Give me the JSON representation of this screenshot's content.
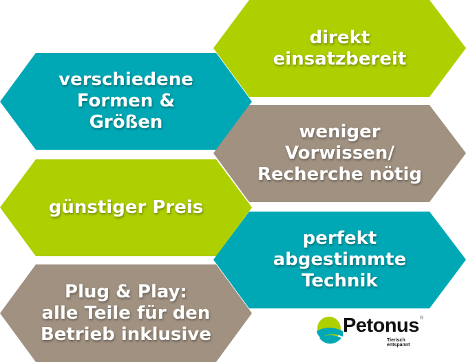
{
  "colors": {
    "green": "#aecf00",
    "teal": "#00a8b5",
    "taupe": "#a09181"
  },
  "hexagons": [
    {
      "text": "direkt\neinsatzbereit",
      "color": "green"
    },
    {
      "text": "verschiedene\nFormen &\nGrößen",
      "color": "teal"
    },
    {
      "text": "weniger\nVorwissen/\nRecherche nötig",
      "color": "taupe"
    },
    {
      "text": "günstiger Preis",
      "color": "green"
    },
    {
      "text": "perfekt\nabgestimmte\nTechnik",
      "color": "teal"
    },
    {
      "text": "Plug & Play:\nalle Teile für den\nBetrieb inklusive",
      "color": "taupe"
    }
  ],
  "logo": {
    "name": "Petonus",
    "tagline": "Tierisch entspannt",
    "registered": "®"
  }
}
